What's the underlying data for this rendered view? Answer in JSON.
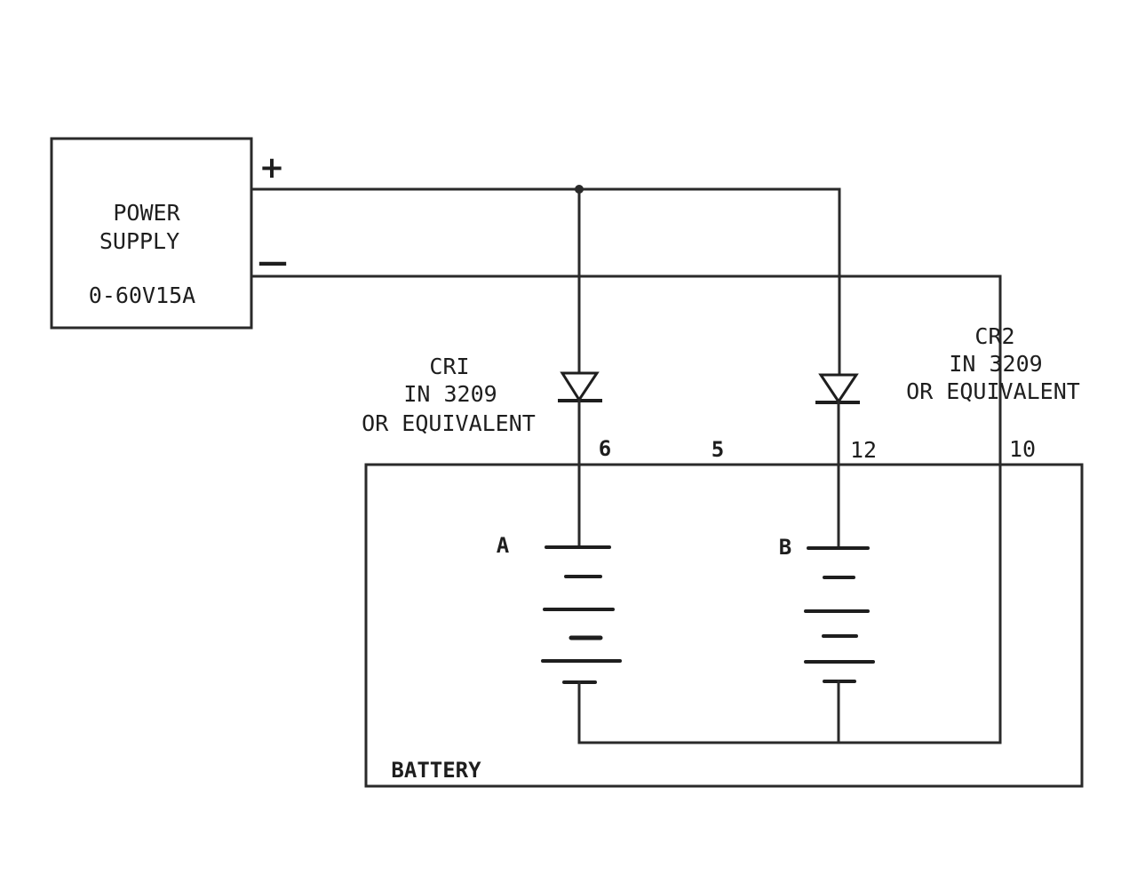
{
  "power_supply": {
    "line1": "POWER",
    "line2": "SUPPLY",
    "rating": "0-60V15A",
    "plus": "+",
    "minus": "—"
  },
  "diode_cr1": {
    "line1": "CRI",
    "line2": "IN 3209",
    "line3": "OR EQUIVALENT"
  },
  "diode_cr2": {
    "line1": "CR2",
    "line2": "IN 3209",
    "line3": "OR EQUIVALENT"
  },
  "terminals": [
    "6",
    "5",
    "12",
    "10"
  ],
  "battery": {
    "label": "BATTERY",
    "cell_a": "A",
    "cell_b": "B"
  }
}
